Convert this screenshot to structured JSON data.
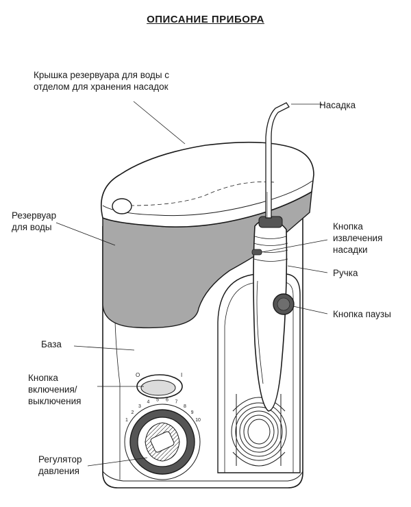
{
  "title": "ОПИСАНИЕ ПРИБОРА",
  "labels": {
    "lid": "Крышка резервуара для воды с\nотделом для хранения насадок",
    "tip": "Насадка",
    "reservoir": "Резервуар\nдля воды",
    "tip_eject": "Кнопка\nизвлечения\nнасадки",
    "handle": "Ручка",
    "pause": "Кнопка паузы",
    "base": "База",
    "power": "Кнопка\nвключения/\nвыключения",
    "pressure": "Регулятор\nдавления"
  },
  "dial_numbers": [
    "1",
    "2",
    "3",
    "4",
    "5",
    "6",
    "7",
    "8",
    "9",
    "10"
  ],
  "switch_marks": [
    "O",
    "I"
  ],
  "colors": {
    "line": "#1a1a1a",
    "reservoir_fill": "#a8a8a8",
    "button_fill": "#555555",
    "body_fill": "#ffffff"
  }
}
